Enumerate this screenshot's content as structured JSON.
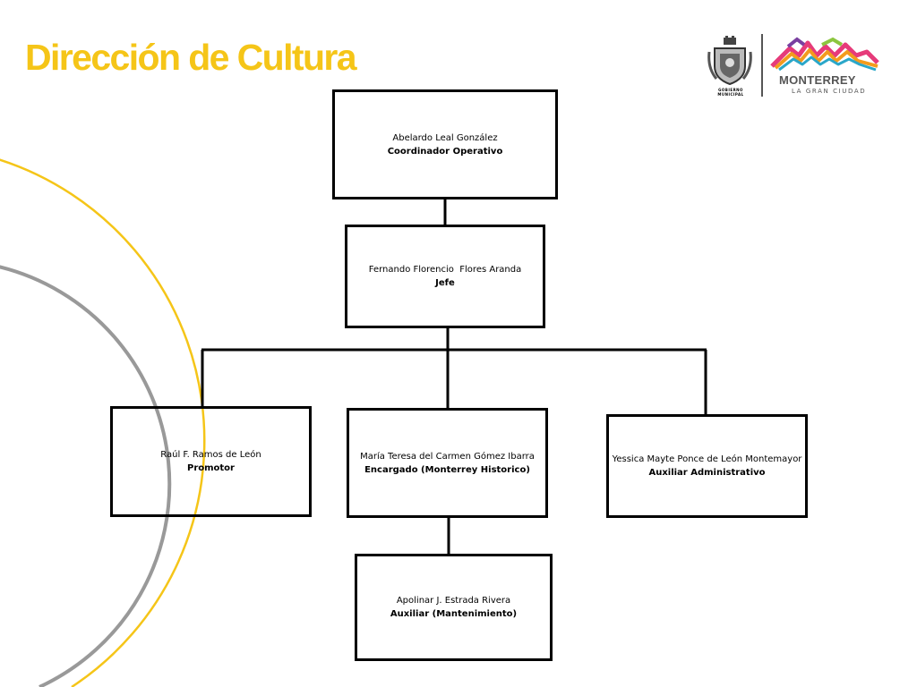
{
  "title": "Dirección de Cultura",
  "logo": {
    "gov_label": "GOBIERNO MUNICIPAL",
    "city": "MONTERREY",
    "tagline": "LA GRAN CIUDAD",
    "icon": "monterrey-city-logo-icon",
    "shield_icon": "coat-of-arms-icon"
  },
  "colors": {
    "accent_yellow": "#f5c518",
    "arc_gray": "#999999",
    "box_border": "#000000"
  },
  "org_chart": {
    "nodes": [
      {
        "id": "coordinador",
        "name": "Abelardo Leal González",
        "role": "Coordinador Operativo",
        "parent": null
      },
      {
        "id": "jefe",
        "name": "Fernando Florencio  Flores Aranda",
        "role": "Jefe",
        "parent": "coordinador"
      },
      {
        "id": "promotor",
        "name": "Raúl F. Ramos de León",
        "role": "Promotor",
        "parent": "jefe"
      },
      {
        "id": "encargado",
        "name": "María Teresa del Carmen Gómez Ibarra",
        "role": "Encargado (Monterrey Historico)",
        "parent": "jefe"
      },
      {
        "id": "auxiliar-admin",
        "name": "Yessica Mayte Ponce de León Montemayor",
        "role": "Auxiliar Administrativo",
        "parent": "jefe"
      },
      {
        "id": "auxiliar-mant",
        "name": "Apolinar J. Estrada Rivera",
        "role": "Auxiliar (Mantenimiento)",
        "parent": "encargado"
      }
    ]
  }
}
